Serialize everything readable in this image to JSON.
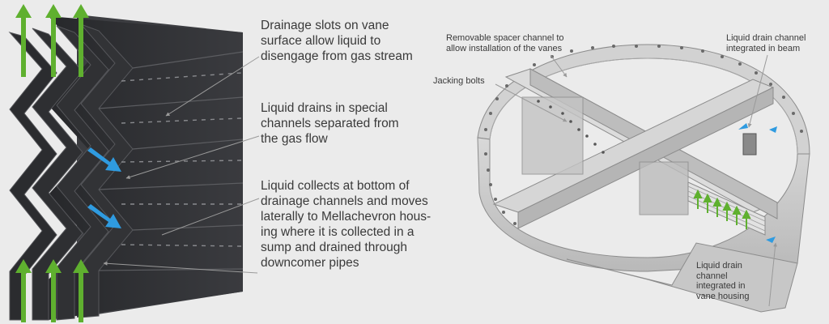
{
  "colors": {
    "background": "#ebebeb",
    "vane_dark": "#2f3033",
    "vane_edge": "#4a4b4f",
    "flow_arrow": "#5fb02f",
    "liquid_arrow": "#2f9be0",
    "leader_line": "#9a9a9a"
  },
  "annotations": {
    "drainage_slots": "Drainage slots on vane\nsurface allow liquid to\ndisengage from gas stream",
    "liquid_drains": "Liquid drains in special\nchannels separated from\nthe gas flow",
    "liquid_collects": "Liquid collects at bottom of\ndrainage channels and moves\nlaterally to Mellachevron hous-\ning where it is collected in a\nsump and drained through\ndowncomer pipes",
    "spacer_channel": "Removable  spacer channel  to\nallow installation of the vanes",
    "jacking_bolts": "Jacking bolts",
    "drain_channel_beam": "Liquid drain channel\nintegrated in beam",
    "drain_channel_housing": "Liquid drain\nchannel\nintegrated in\nvane housing"
  }
}
